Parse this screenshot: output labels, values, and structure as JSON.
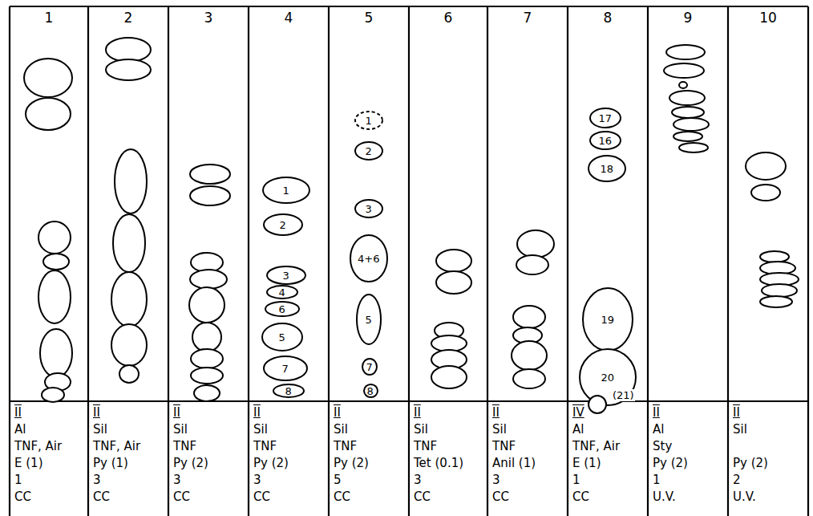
{
  "diagram": {
    "nodes": [
      {
        "text": [
          "1"
        ]
      },
      {
        "text": [
          "2"
        ]
      },
      {
        "text": [
          "3"
        ]
      },
      {
        "text": [
          "4"
        ]
      },
      {
        "text": [
          "6"
        ]
      },
      {
        "text": [
          "5"
        ]
      },
      {
        "text": [
          "7"
        ]
      },
      {
        "text": [
          "8"
        ]
      },
      {
        "text": [
          "1"
        ]
      },
      {
        "text": [
          "2"
        ]
      },
      {
        "text": [
          "3"
        ]
      },
      {
        "text": [
          "4+6"
        ]
      },
      {
        "text": [
          "5"
        ]
      },
      {
        "text": [
          "7"
        ]
      },
      {
        "text": [
          "8"
        ]
      },
      {
        "text": [
          "17"
        ]
      },
      {
        "text": [
          "16"
        ]
      },
      {
        "text": [
          "18"
        ]
      },
      {
        "text": [
          "19"
        ]
      },
      {
        "text": [
          "20"
        ]
      },
      {
        "text": [
          "(21)"
        ]
      }
    ],
    "labels": [
      "1",
      "2",
      "3",
      "4",
      "5",
      "6",
      "7",
      "8",
      "9",
      "10",
      "II",
      "Al",
      "TNF, Air",
      "E (1)",
      "1",
      "CC",
      "II",
      "Sil",
      "TNF, Air",
      "Py (1)",
      "3",
      "CC",
      "II",
      "Sil",
      "TNF",
      "Py (2)",
      "3",
      "CC",
      "II",
      "Sil",
      "TNF",
      "Py (2)",
      "3",
      "CC",
      "II",
      "Sil",
      "TNF",
      "Py (2)",
      "5",
      "CC",
      "II",
      "Sil",
      "TNF",
      "Tet (0.1)",
      "3",
      "CC",
      "II",
      "Sil",
      "TNF",
      "Anil (1)",
      "3",
      "CC",
      "IV",
      "Al",
      "TNF, Air",
      "E (1)",
      "1",
      "CC",
      "II",
      "Al",
      "Sty",
      "Py (2)",
      "1",
      "U.V.",
      "II",
      "Sil",
      "Py (2)",
      "2",
      "U.V."
    ]
  }
}
